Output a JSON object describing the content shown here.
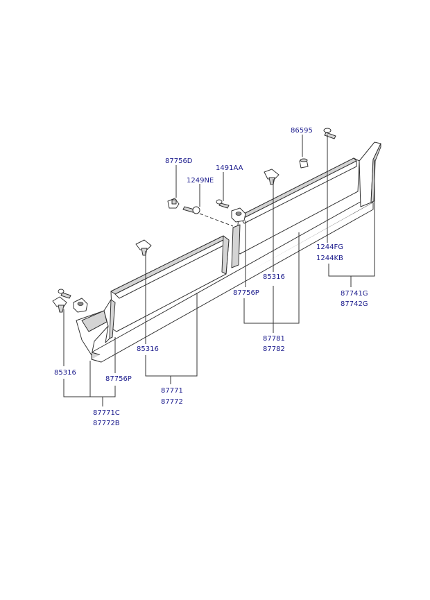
{
  "labels": {
    "p86595": "86595",
    "p87756D": "87756D",
    "p1491AA": "1491AA",
    "p1249NE": "1249NE",
    "p1244FG": "1244FG",
    "p1244KB": "1244KB",
    "p85316_rear": "85316",
    "p85316_mid": "85316",
    "p85316_front": "85316",
    "p87756P_mid": "87756P",
    "p87756P_front": "87756P",
    "p87741G": "87741G",
    "p87742G": "87742G",
    "p87781": "87781",
    "p87782": "87782",
    "p87771": "87771",
    "p87772": "87772",
    "p87771C": "87771C",
    "p87772B": "87772B"
  },
  "colors": {
    "label": "#1a1a8c",
    "line": "#333333",
    "shade": "#d4d4d4"
  }
}
